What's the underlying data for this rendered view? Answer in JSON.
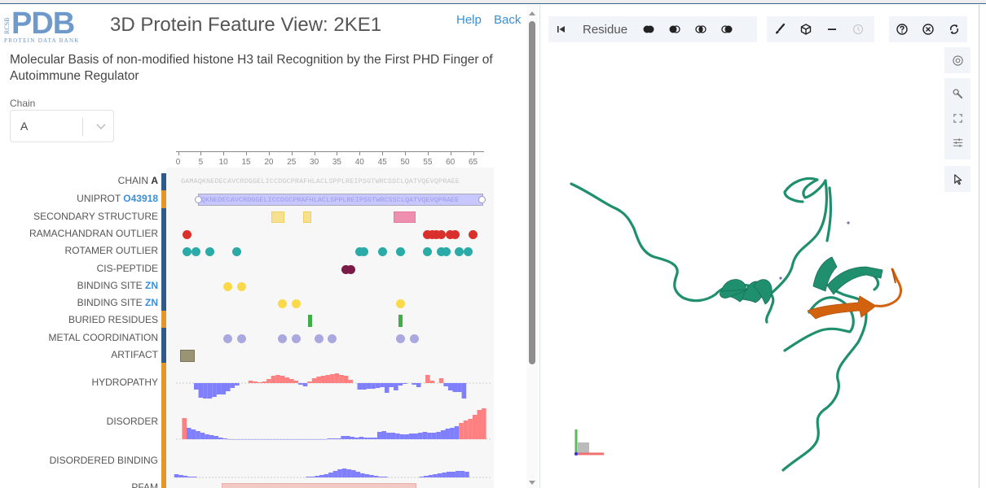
{
  "header": {
    "logo_text": "PDB",
    "logo_side": "RCSB",
    "logo_sub": "PROTEIN DATA BANK",
    "title": "3D Protein Feature View: 2KE1",
    "help": "Help",
    "back": "Back"
  },
  "description": "Molecular Basis of non-modified histone H3 tail Recognition by the First PHD Finger of Autoimmune Regulator",
  "chain_selector": {
    "label": "Chain",
    "value": "A"
  },
  "ruler": {
    "ticks": [
      "0",
      "5",
      "10",
      "15",
      "20",
      "25",
      "30",
      "35",
      "40",
      "45",
      "50",
      "55",
      "60",
      "65"
    ]
  },
  "sequence": {
    "chain": "GAMAQKNEDECAVCRDGGELICCDGCPRAFHLACLSPPLREIPSGTWRCSSCLQATVQEVQPRAEE",
    "uniprot": "QKNEDECAVCRDGGELICCDGCPRAFHLACLSPPLREIPSGTWRCSSCLQATVQEVQPRAEE"
  },
  "tracks": [
    {
      "name": "CHAIN",
      "suffix": "A",
      "suffix_style": "bold",
      "bar_color": "#2f5a8a"
    },
    {
      "name": "UNIPROT",
      "suffix": "O43918",
      "suffix_style": "link",
      "bar_color": "#e5962b"
    },
    {
      "name": "SECONDARY STRUCTURE",
      "suffix": "",
      "bar_color": "#2f5a8a"
    },
    {
      "name": "RAMACHANDRAN OUTLIER",
      "suffix": "",
      "bar_color": "#2f5a8a"
    },
    {
      "name": "ROTAMER OUTLIER",
      "suffix": "",
      "bar_color": "#2f5a8a"
    },
    {
      "name": "CIS-PEPTIDE",
      "suffix": "",
      "bar_color": "#2f5a8a"
    },
    {
      "name": "BINDING SITE",
      "suffix": "ZN",
      "suffix_style": "link",
      "bar_color": "#2f5a8a"
    },
    {
      "name": "BINDING SITE",
      "suffix": "ZN",
      "suffix_style": "link",
      "bar_color": "#2f5a8a"
    },
    {
      "name": "BURIED RESIDUES",
      "suffix": "",
      "bar_color": "#e5962b"
    },
    {
      "name": "METAL COORDINATION",
      "suffix": "",
      "bar_color": "#2f5a8a"
    },
    {
      "name": "ARTIFACT",
      "suffix": "",
      "bar_color": "#2f5a8a"
    },
    {
      "name": "HYDROPATHY",
      "suffix": "",
      "bar_color": "#e5962b"
    },
    {
      "name": "DISORDER",
      "suffix": "",
      "bar_color": "#e5962b"
    },
    {
      "name": "DISORDERED BINDING",
      "suffix": "",
      "bar_color": "#e5962b"
    },
    {
      "name": "PFAM",
      "suffix": "",
      "bar_color": "#e5962b"
    }
  ],
  "features": {
    "secondary_structure": [
      {
        "start": 21,
        "end": 23,
        "type": "helix",
        "color": "#f7e08e"
      },
      {
        "start": 28,
        "end": 29,
        "type": "helix",
        "color": "#f7e08e"
      },
      {
        "start": 48,
        "end": 52,
        "type": "strand",
        "color": "#ee8fb0"
      }
    ],
    "ramachandran_outlier": {
      "color": "#d9302c",
      "positions": [
        2,
        55,
        56,
        57,
        58,
        60,
        61,
        65
      ]
    },
    "rotamer_outlier": {
      "color": "#2aaba8",
      "positions": [
        2,
        4,
        7,
        13,
        40,
        41,
        45,
        49,
        55,
        58,
        59,
        62,
        64
      ]
    },
    "cis_peptide": {
      "color": "#7a1a48",
      "positions": [
        37,
        38
      ]
    },
    "binding_site_zn_1": {
      "color": "#fad94a",
      "positions": [
        11,
        14
      ]
    },
    "binding_site_zn_2": {
      "color": "#fad94a",
      "positions": [
        23,
        26,
        49
      ]
    },
    "buried_residues": {
      "color": "#3fae49",
      "positions": [
        29,
        49
      ]
    },
    "metal_coordination": {
      "color": "#a9a9e0",
      "positions": [
        11,
        14,
        23,
        26,
        31,
        34,
        49,
        52
      ]
    },
    "artifact": {
      "start": 1,
      "end": 3,
      "color": "#9b9474"
    },
    "pfam": {
      "start": 10,
      "end": 52,
      "color": "#f2c9c4"
    }
  },
  "viewer": {
    "toolbar": {
      "residue_label": "Residue",
      "buttons": [
        "first-icon",
        "residue-all-icon",
        "residue-left-icon",
        "residue-intersect-icon",
        "residue-right-icon",
        "brush-icon",
        "cube-icon",
        "minus-icon",
        "history-icon",
        "help-icon",
        "close-icon",
        "refresh-icon"
      ]
    },
    "side_buttons": [
      "screenshot-icon",
      "wrench-icon",
      "fullscreen-icon",
      "sliders-icon",
      "pointer-icon"
    ],
    "colors": {
      "chain": "#1f8f6e",
      "peptide": "#d3620f"
    }
  }
}
